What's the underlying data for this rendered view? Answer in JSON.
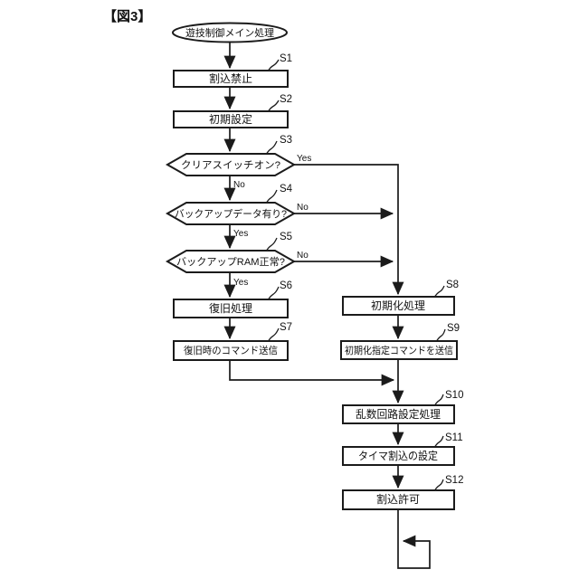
{
  "figure": {
    "label": "【図3】"
  },
  "colors": {
    "line": "#1b1b1b",
    "node_fill": "#ffffff",
    "background": "#ffffff"
  },
  "flowchart": {
    "start": {
      "label": "遊技制御メイン処理"
    },
    "steps": {
      "s1": {
        "id": "S1",
        "type": "process",
        "label": "割込禁止"
      },
      "s2": {
        "id": "S2",
        "type": "process",
        "label": "初期設定"
      },
      "s3": {
        "id": "S3",
        "type": "decision",
        "label": "クリアスイッチオン?",
        "yes": "Yes",
        "no": "No"
      },
      "s4": {
        "id": "S4",
        "type": "decision",
        "label": "バックアップデータ有り?",
        "yes": "Yes",
        "no": "No"
      },
      "s5": {
        "id": "S5",
        "type": "decision",
        "label": "バックアップRAM正常?",
        "yes": "Yes",
        "no": "No"
      },
      "s6": {
        "id": "S6",
        "type": "process",
        "label": "復旧処理"
      },
      "s7": {
        "id": "S7",
        "type": "process",
        "label": "復旧時のコマンド送信"
      },
      "s8": {
        "id": "S8",
        "type": "process",
        "label": "初期化処理"
      },
      "s9": {
        "id": "S9",
        "type": "process",
        "label": "初期化指定コマンドを送信"
      },
      "s10": {
        "id": "S10",
        "type": "process",
        "label": "乱数回路設定処理"
      },
      "s11": {
        "id": "S11",
        "type": "process",
        "label": "タイマ割込の設定"
      },
      "s12": {
        "id": "S12",
        "type": "process",
        "label": "割込許可"
      }
    }
  }
}
